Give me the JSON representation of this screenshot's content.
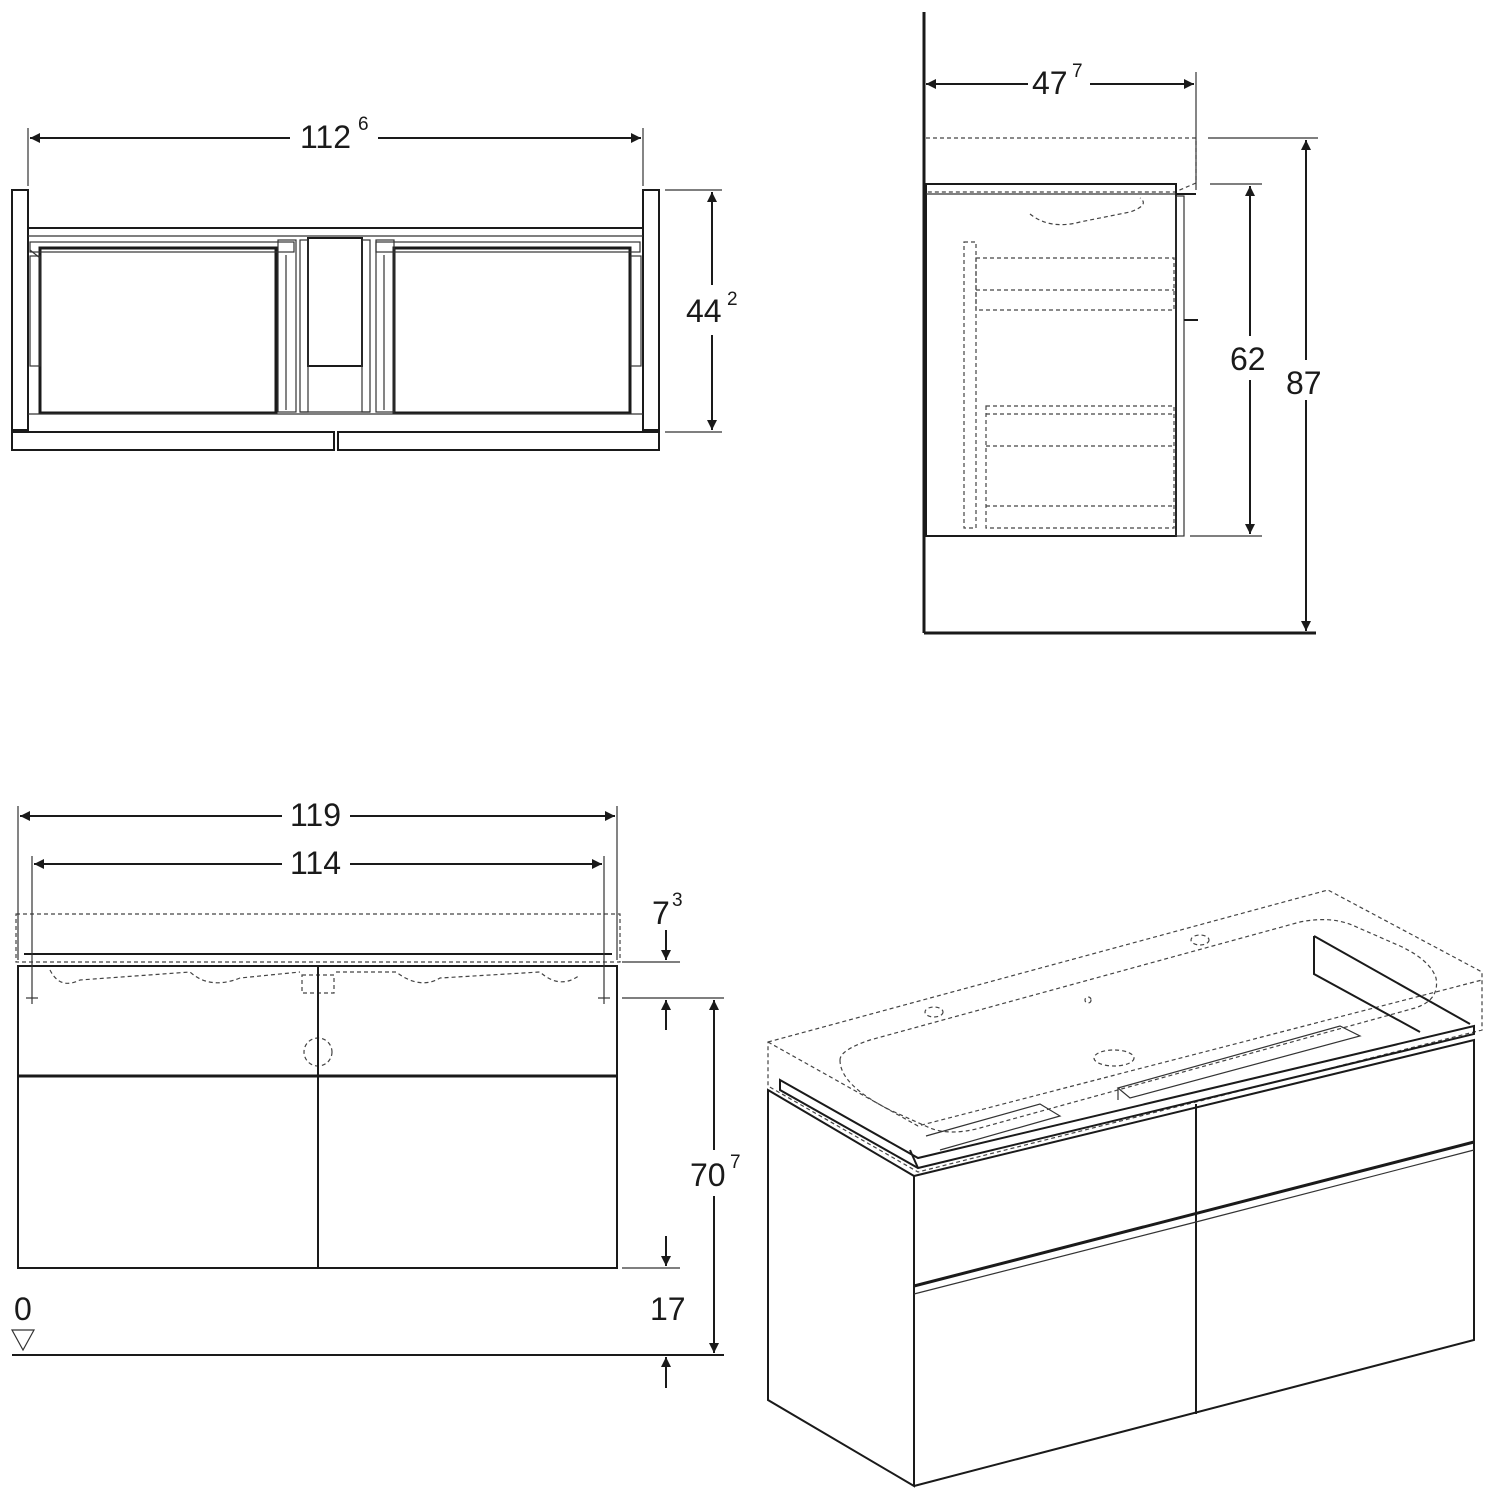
{
  "top_view": {
    "width_dim": {
      "main": "112",
      "sup": "6"
    },
    "depth_dim": {
      "main": "44",
      "sup": "2"
    }
  },
  "side_view": {
    "depth_dim": {
      "main": "47",
      "sup": "7"
    },
    "cabinet_height_dim": {
      "main": "62"
    },
    "total_height_dim": {
      "main": "87"
    }
  },
  "front_view": {
    "basin_width_dim": {
      "main": "119"
    },
    "cabinet_width_dim": {
      "main": "114"
    },
    "basin_offset_dim": {
      "main": "7",
      "sup": "3"
    },
    "mount_height_dim": {
      "main": "70",
      "sup": "7"
    },
    "floor_clearance_dim": {
      "main": "17"
    },
    "floor_level_label": "0"
  }
}
